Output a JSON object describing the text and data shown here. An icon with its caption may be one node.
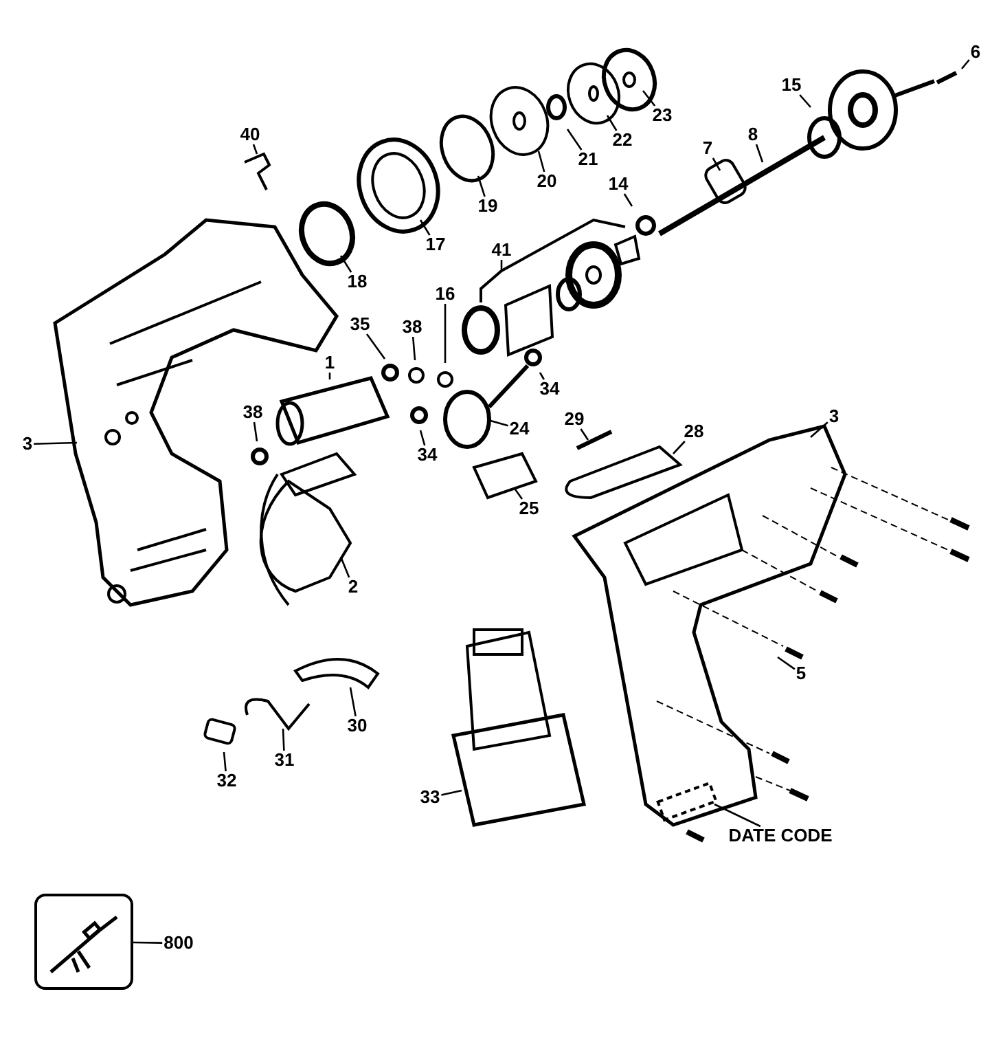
{
  "diagram": {
    "nodes": [
      {
        "text": [
          "6"
        ]
      },
      {
        "text": [
          "23"
        ]
      },
      {
        "text": [
          "15"
        ]
      },
      {
        "text": [
          "8"
        ]
      },
      {
        "text": [
          "22"
        ]
      },
      {
        "text": [
          "40"
        ]
      },
      {
        "text": [
          "7"
        ]
      },
      {
        "text": [
          "21"
        ]
      },
      {
        "text": [
          "20"
        ]
      },
      {
        "text": [
          "19"
        ]
      },
      {
        "text": [
          "14"
        ]
      },
      {
        "text": [
          "17"
        ]
      },
      {
        "text": [
          "41"
        ]
      },
      {
        "text": [
          "18"
        ]
      },
      {
        "text": [
          "16"
        ]
      },
      {
        "text": [
          "35"
        ]
      },
      {
        "text": [
          "38"
        ]
      },
      {
        "text": [
          "1"
        ]
      },
      {
        "text": [
          "34"
        ]
      },
      {
        "text": [
          "38"
        ]
      },
      {
        "text": [
          "24"
        ]
      },
      {
        "text": [
          "3"
        ]
      },
      {
        "text": [
          "3"
        ]
      },
      {
        "text": [
          "29"
        ]
      },
      {
        "text": [
          "28"
        ]
      },
      {
        "text": [
          "34"
        ]
      },
      {
        "text": [
          "25"
        ]
      },
      {
        "text": [
          "2"
        ]
      },
      {
        "text": [
          "5"
        ]
      },
      {
        "text": [
          "30"
        ]
      },
      {
        "text": [
          "31"
        ]
      },
      {
        "text": [
          "32"
        ]
      },
      {
        "text": [
          "33"
        ]
      },
      {
        "text": [
          "DATE CODE"
        ]
      },
      {
        "text": [
          "800"
        ]
      },
      {
        "text": [],
        "shape": "picture"
      }
    ],
    "edges": [
      {
        "from": 0,
        "to": null,
        "arrow": "none"
      },
      {
        "from": 1,
        "to": null,
        "arrow": "none"
      },
      {
        "from": 2,
        "to": null,
        "arrow": "none"
      },
      {
        "from": 3,
        "to": null,
        "arrow": "none"
      },
      {
        "from": 4,
        "to": null,
        "arrow": "none"
      },
      {
        "from": 5,
        "to": null,
        "arrow": "none"
      },
      {
        "from": 6,
        "to": null,
        "arrow": "none"
      },
      {
        "from": 7,
        "to": null,
        "arrow": "none"
      },
      {
        "from": 8,
        "to": null,
        "arrow": "none"
      },
      {
        "from": 9,
        "to": null,
        "arrow": "none"
      },
      {
        "from": 10,
        "to": null,
        "arrow": "none"
      },
      {
        "from": 11,
        "to": null,
        "arrow": "none"
      },
      {
        "from": 12,
        "to": null,
        "arrow": "none"
      },
      {
        "from": 13,
        "to": null,
        "arrow": "none"
      },
      {
        "from": 14,
        "to": null,
        "arrow": "none"
      },
      {
        "from": 15,
        "to": null,
        "arrow": "none"
      },
      {
        "from": 16,
        "to": null,
        "arrow": "none"
      },
      {
        "from": 17,
        "to": null,
        "arrow": "none"
      },
      {
        "from": 18,
        "to": null,
        "arrow": "none"
      },
      {
        "from": 19,
        "to": null,
        "arrow": "none"
      },
      {
        "from": 20,
        "to": null,
        "arrow": "none"
      },
      {
        "from": 21,
        "to": null,
        "arrow": "none"
      },
      {
        "from": 22,
        "to": null,
        "arrow": "none"
      },
      {
        "from": 23,
        "to": null,
        "arrow": "none"
      },
      {
        "from": 24,
        "to": null,
        "arrow": "none"
      },
      {
        "from": 25,
        "to": null,
        "arrow": "none"
      },
      {
        "from": 26,
        "to": null,
        "arrow": "none"
      },
      {
        "from": 27,
        "to": null,
        "arrow": "none"
      },
      {
        "from": 28,
        "to": null,
        "arrow": "none"
      },
      {
        "from": 29,
        "to": null,
        "arrow": "none"
      },
      {
        "from": 30,
        "to": null,
        "arrow": "none"
      },
      {
        "from": 31,
        "to": null,
        "arrow": "none"
      },
      {
        "from": 32,
        "to": null,
        "arrow": "none"
      },
      {
        "from": 33,
        "to": null,
        "arrow": "none"
      },
      {
        "from": 34,
        "to": 35,
        "arrow": "none"
      }
    ]
  }
}
